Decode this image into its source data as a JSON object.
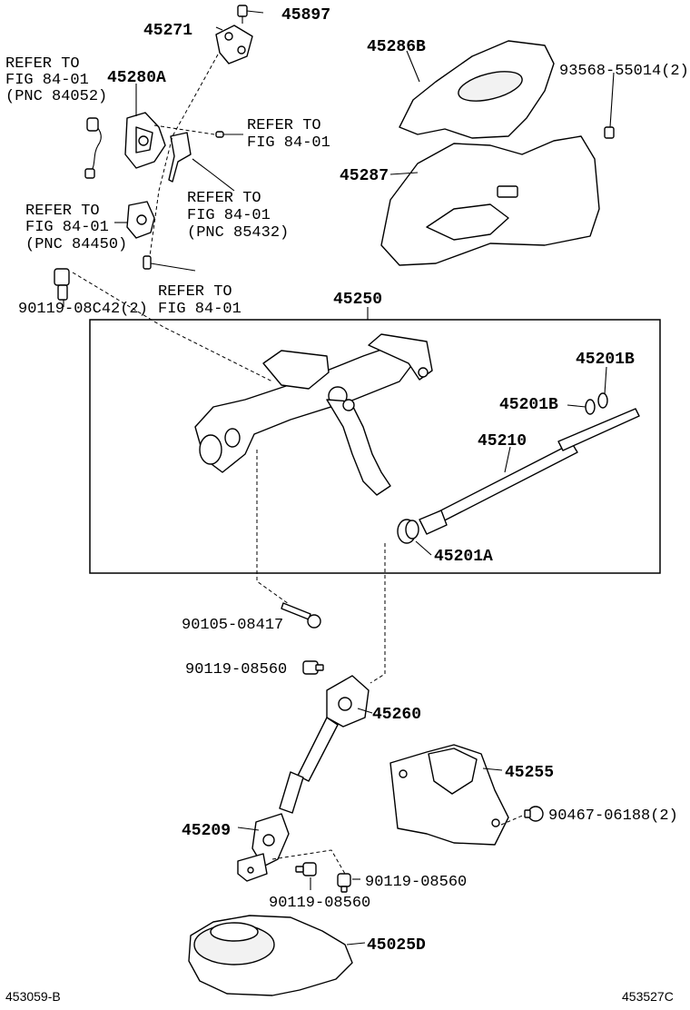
{
  "parts": {
    "p45897": "45897",
    "p45271": "45271",
    "p45286b": "45286B",
    "p93568": "93568-55014(2)",
    "p45280a": "45280A",
    "p45287": "45287",
    "p45250": "45250",
    "p45201b_top": "45201B",
    "p45201b": "45201B",
    "p45210": "45210",
    "p45201a": "45201A",
    "p90105": "90105-08417",
    "p90119_a": "90119-08560",
    "p45260": "45260",
    "p45255": "45255",
    "p90467": "90467-06188(2)",
    "p45209": "45209",
    "p90119_b": "90119-08560",
    "p90119_c": "90119-08560",
    "p45025d": "45025D",
    "p90119_08c42": "90119-08C42(2)"
  },
  "refs": {
    "ref1": [
      "REFER TO",
      "FIG 84-01",
      "(PNC 84052)"
    ],
    "ref2": [
      "REFER TO",
      "FIG 84-01"
    ],
    "ref3": [
      "REFER TO",
      "FIG 84-01",
      "(PNC 85432)"
    ],
    "ref4": [
      "REFER TO",
      "FIG 84-01",
      "(PNC 84450)"
    ],
    "ref5": [
      "REFER TO",
      "FIG 84-01"
    ]
  },
  "footer": {
    "left": "453059-B",
    "right": "453527C"
  }
}
